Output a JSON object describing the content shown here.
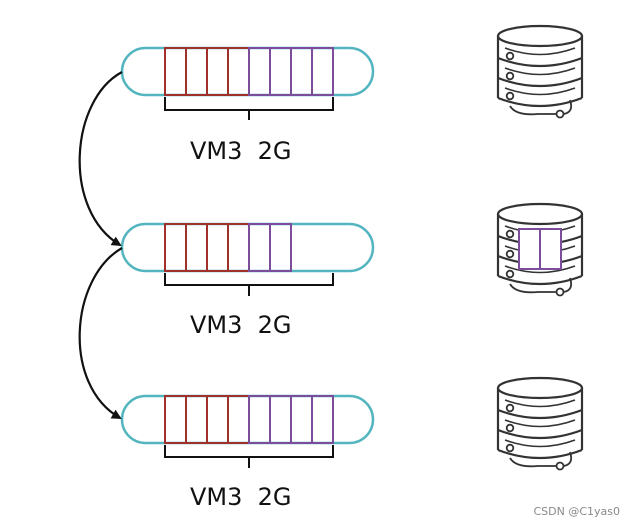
{
  "colors": {
    "buffer_outline": "#53b5bf",
    "used_slot": "#a0302a",
    "free_slot": "#7b4d9a",
    "arrow": "#111111",
    "database": "#333333"
  },
  "buffers": [
    {
      "label": "VM3  2G",
      "red_slots": 4,
      "purple_slots": 4
    },
    {
      "label": "VM3  2G",
      "red_slots": 4,
      "purple_slots": 2
    },
    {
      "label": "VM3  2G",
      "red_slots": 4,
      "purple_slots": 4
    }
  ],
  "databases": [
    {
      "icon": "database-icon",
      "highlighted_slots": 0
    },
    {
      "icon": "database-icon",
      "highlighted_slots": 2
    },
    {
      "icon": "database-icon",
      "highlighted_slots": 0
    }
  ],
  "arrows": [
    {
      "icon": "curved-arrow-icon",
      "from_buffer": 1,
      "to_buffer": 2
    },
    {
      "icon": "curved-arrow-icon",
      "from_buffer": 2,
      "to_buffer": 3
    }
  ],
  "watermark": "CSDN @C1yas0"
}
